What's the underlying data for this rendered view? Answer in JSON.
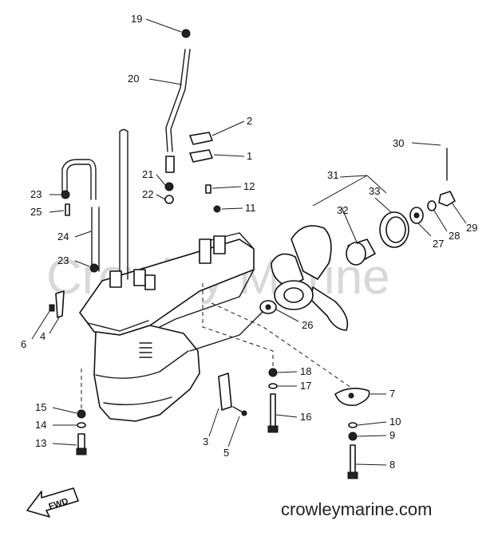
{
  "watermark": "Crowley Marine",
  "site_label": "crowleymarine.com",
  "direction_label": "FWD",
  "callouts": [
    {
      "id": "c19",
      "text": "19"
    },
    {
      "id": "c20",
      "text": "20"
    },
    {
      "id": "c2",
      "text": "2"
    },
    {
      "id": "c1",
      "text": "1"
    },
    {
      "id": "c21",
      "text": "21"
    },
    {
      "id": "c22",
      "text": "22"
    },
    {
      "id": "c12",
      "text": "12"
    },
    {
      "id": "c11",
      "text": "11"
    },
    {
      "id": "c23a",
      "text": "23"
    },
    {
      "id": "c25",
      "text": "25"
    },
    {
      "id": "c24",
      "text": "24"
    },
    {
      "id": "c23b",
      "text": "23"
    },
    {
      "id": "c6",
      "text": "6"
    },
    {
      "id": "c4",
      "text": "4"
    },
    {
      "id": "c15",
      "text": "15"
    },
    {
      "id": "c14",
      "text": "14"
    },
    {
      "id": "c13",
      "text": "13"
    },
    {
      "id": "c3",
      "text": "3"
    },
    {
      "id": "c5",
      "text": "5"
    },
    {
      "id": "c18",
      "text": "18"
    },
    {
      "id": "c17",
      "text": "17"
    },
    {
      "id": "c16",
      "text": "16"
    },
    {
      "id": "c7",
      "text": "7"
    },
    {
      "id": "c10",
      "text": "10"
    },
    {
      "id": "c9",
      "text": "9"
    },
    {
      "id": "c8",
      "text": "8"
    },
    {
      "id": "c26",
      "text": "26"
    },
    {
      "id": "c31",
      "text": "31"
    },
    {
      "id": "c32",
      "text": "32"
    },
    {
      "id": "c33",
      "text": "33"
    },
    {
      "id": "c27",
      "text": "27"
    },
    {
      "id": "c28",
      "text": "28"
    },
    {
      "id": "c29",
      "text": "29"
    },
    {
      "id": "c30",
      "text": "30"
    }
  ]
}
